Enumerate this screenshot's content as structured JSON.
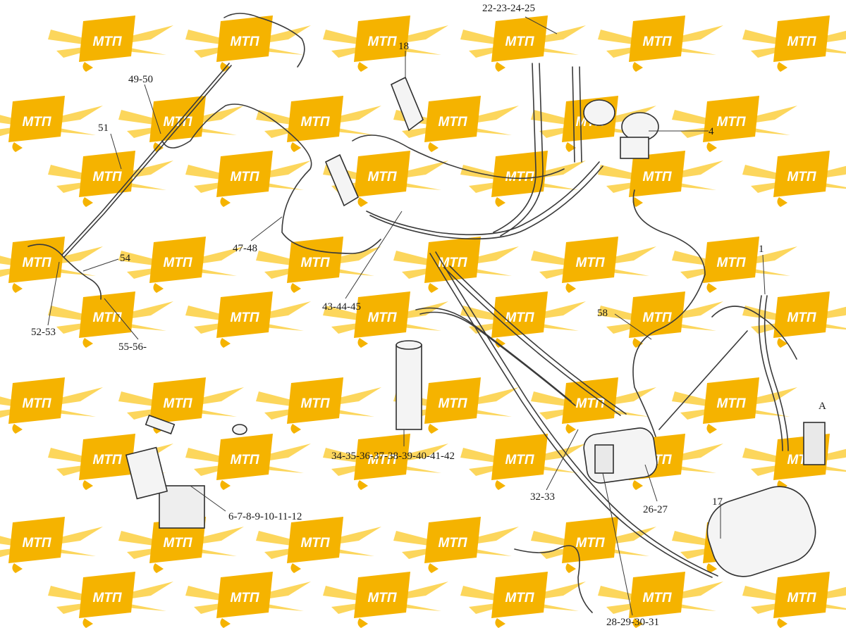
{
  "watermark": {
    "text": "МТП",
    "color_body": "#f5b300",
    "color_rays": "#fcd14a",
    "color_text": "#ffffff"
  },
  "line_color": "#3a3a3a",
  "callouts": [
    "22-23-24-25",
    "18",
    "49-50",
    "51",
    "4",
    "47-48",
    "54",
    "52-53",
    "55-56-",
    "43-44-45",
    "1",
    "58",
    "A",
    "34-35-36-37-38-39-40-41-42",
    "32-33",
    "26-27",
    "17",
    "6-7-8-9-10-11-12",
    "28-29-30-31"
  ]
}
